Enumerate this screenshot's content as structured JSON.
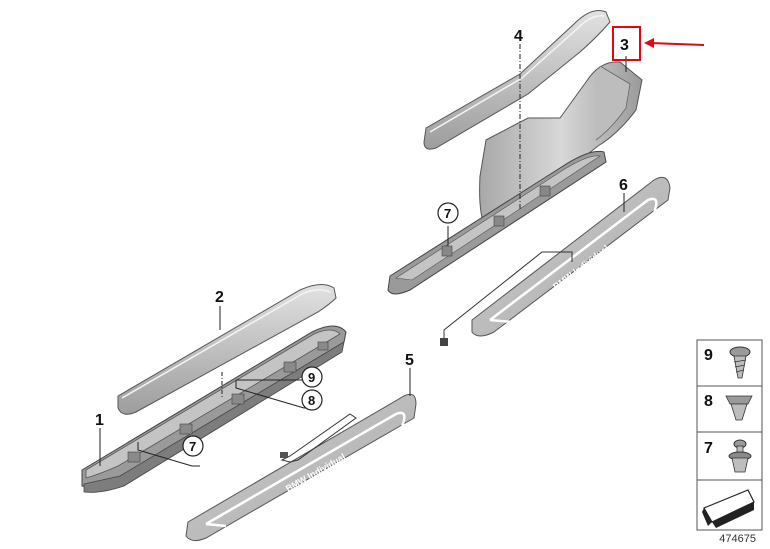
{
  "callouts": {
    "c1": "1",
    "c2": "2",
    "c3": "3",
    "c4": "4",
    "c5": "5",
    "c6": "6"
  },
  "circled": {
    "a": "7",
    "b": "9",
    "c": "8",
    "d": "7"
  },
  "sill_brand": "BMW Individual",
  "legend": {
    "items": [
      "9",
      "8",
      "7"
    ]
  },
  "colors": {
    "highlight": "#e30613",
    "part_fill": "#c9c9c9",
    "part_dark": "#8f8f8f",
    "line": "#222222"
  },
  "diagram_number": "474675"
}
